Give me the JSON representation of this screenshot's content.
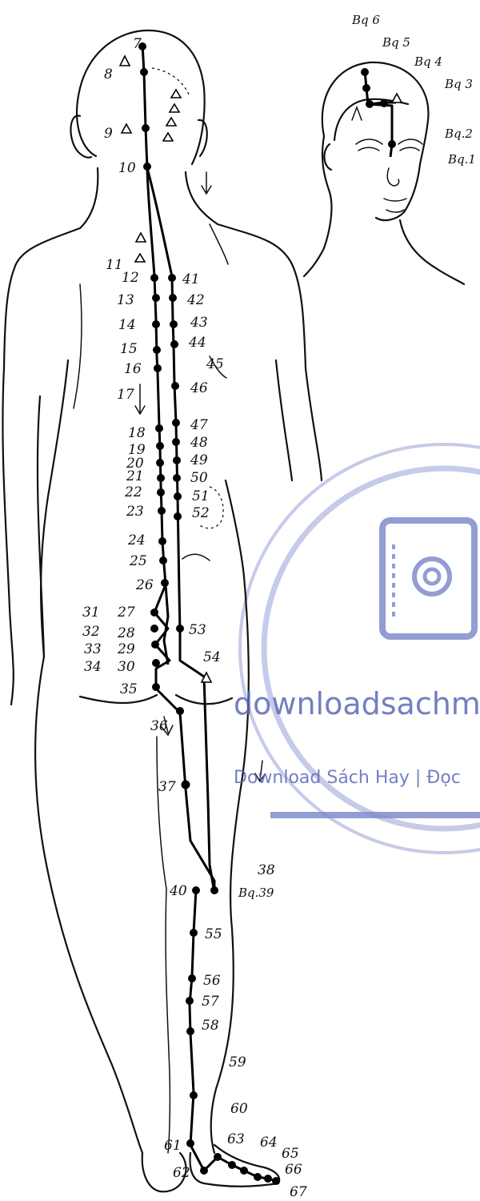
{
  "diagram": {
    "back_points": [
      {
        "id": "7",
        "text": "7"
      },
      {
        "id": "8",
        "text": "8"
      },
      {
        "id": "9",
        "text": "9"
      },
      {
        "id": "10",
        "text": "10"
      },
      {
        "id": "11",
        "text": "11"
      },
      {
        "id": "12",
        "text": "12"
      },
      {
        "id": "13",
        "text": "13"
      },
      {
        "id": "14",
        "text": "14"
      },
      {
        "id": "15",
        "text": "15"
      },
      {
        "id": "16",
        "text": "16"
      },
      {
        "id": "17",
        "text": "17"
      },
      {
        "id": "18",
        "text": "18"
      },
      {
        "id": "19",
        "text": "19"
      },
      {
        "id": "20",
        "text": "20"
      },
      {
        "id": "21",
        "text": "21"
      },
      {
        "id": "22",
        "text": "22"
      },
      {
        "id": "23",
        "text": "23"
      },
      {
        "id": "24",
        "text": "24"
      },
      {
        "id": "25",
        "text": "25"
      },
      {
        "id": "26",
        "text": "26"
      },
      {
        "id": "27",
        "text": "27"
      },
      {
        "id": "28",
        "text": "28"
      },
      {
        "id": "29",
        "text": "29"
      },
      {
        "id": "30",
        "text": "30"
      },
      {
        "id": "31",
        "text": "31"
      },
      {
        "id": "32",
        "text": "32"
      },
      {
        "id": "33",
        "text": "33"
      },
      {
        "id": "34",
        "text": "34"
      },
      {
        "id": "35",
        "text": "35"
      },
      {
        "id": "36",
        "text": "36"
      },
      {
        "id": "37",
        "text": "37"
      },
      {
        "id": "38",
        "text": "38"
      },
      {
        "id": "40",
        "text": "40"
      },
      {
        "id": "41",
        "text": "41"
      },
      {
        "id": "42",
        "text": "42"
      },
      {
        "id": "43",
        "text": "43"
      },
      {
        "id": "44",
        "text": "44"
      },
      {
        "id": "45",
        "text": "45"
      },
      {
        "id": "46",
        "text": "46"
      },
      {
        "id": "47",
        "text": "47"
      },
      {
        "id": "48",
        "text": "48"
      },
      {
        "id": "49",
        "text": "49"
      },
      {
        "id": "50",
        "text": "50"
      },
      {
        "id": "51",
        "text": "51"
      },
      {
        "id": "52",
        "text": "52"
      },
      {
        "id": "53",
        "text": "53"
      },
      {
        "id": "54",
        "text": "54"
      },
      {
        "id": "55",
        "text": "55"
      },
      {
        "id": "56",
        "text": "56"
      },
      {
        "id": "57",
        "text": "57"
      },
      {
        "id": "58",
        "text": "58"
      },
      {
        "id": "59",
        "text": "59"
      },
      {
        "id": "60",
        "text": "60"
      },
      {
        "id": "61",
        "text": "61"
      },
      {
        "id": "62",
        "text": "62"
      },
      {
        "id": "63",
        "text": "63"
      },
      {
        "id": "64",
        "text": "64"
      },
      {
        "id": "65",
        "text": "65"
      },
      {
        "id": "66",
        "text": "66"
      },
      {
        "id": "67",
        "text": "67"
      },
      {
        "id": "bq39",
        "text": "Bq.39"
      }
    ],
    "face_points": [
      {
        "id": "bq6",
        "text": "Bq 6"
      },
      {
        "id": "bq5",
        "text": "Bq 5"
      },
      {
        "id": "bq4",
        "text": "Bq 4"
      },
      {
        "id": "bq3",
        "text": "Bq 3"
      },
      {
        "id": "bq2",
        "text": "Bq.2"
      },
      {
        "id": "bq1",
        "text": "Bq.1"
      }
    ]
  },
  "watermark": {
    "site": "downloadsachmie",
    "tagline": "Download Sách Hay | Đọc"
  }
}
